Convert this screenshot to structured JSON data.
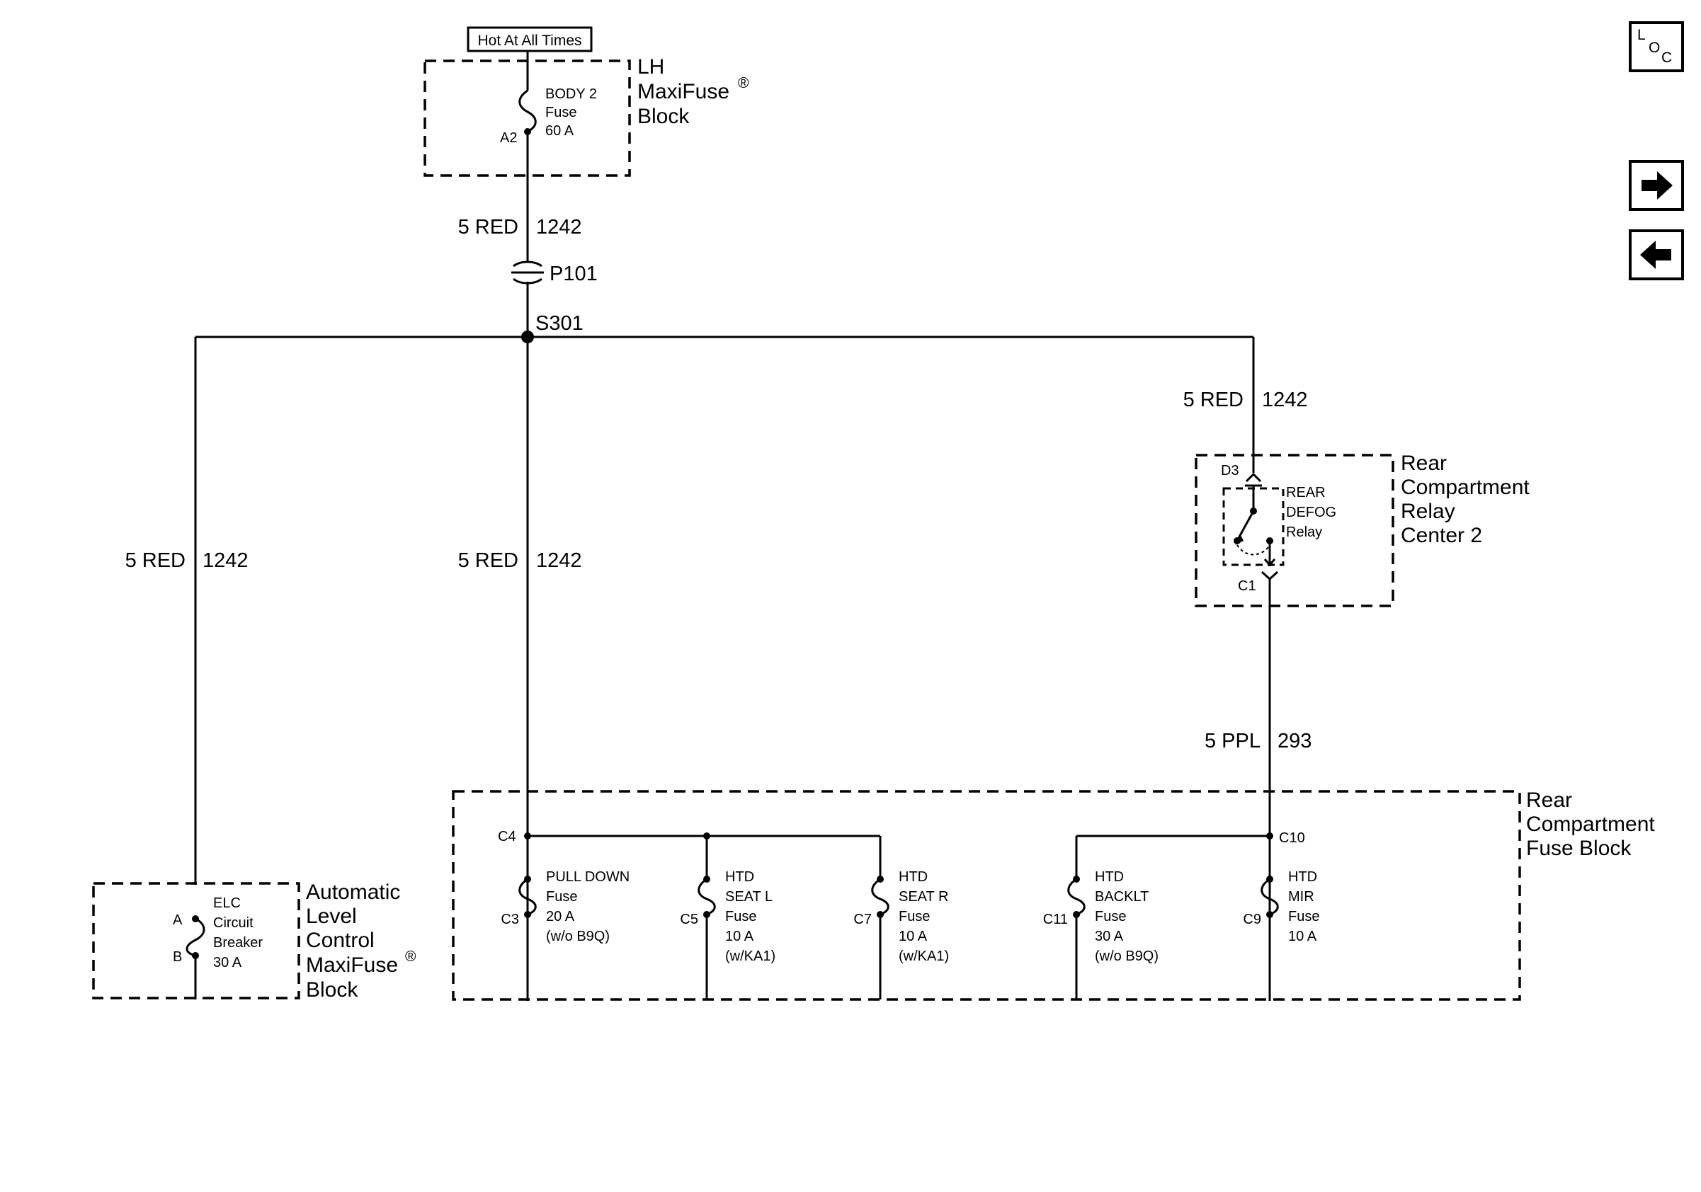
{
  "hot_label": "Hot At All Times",
  "lh_block": {
    "line1": "LH",
    "line2": "MaxiFuse",
    "reg": "®",
    "line3": "Block"
  },
  "body2_fuse": {
    "pin": "A2",
    "name": "BODY 2",
    "type": "Fuse",
    "rating": "60 A"
  },
  "wire_top": {
    "gauge": "5 RED",
    "circuit": "1242"
  },
  "connector_p101": "P101",
  "splice_s301": "S301",
  "wire_right": {
    "gauge": "5 RED",
    "circuit": "1242"
  },
  "wire_left": {
    "gauge": "5 RED",
    "circuit": "1242"
  },
  "wire_center": {
    "gauge": "5 RED",
    "circuit": "1242"
  },
  "relay_center": {
    "line1": "Rear",
    "line2": "Compartment",
    "line3": "Relay",
    "line4": "Center 2"
  },
  "relay": {
    "pin_in": "D3",
    "pin_out": "C1",
    "name1": "REAR",
    "name2": "DEFOG",
    "name3": "Relay"
  },
  "wire_ppl": {
    "gauge": "5 PPL",
    "circuit": "293"
  },
  "rear_fuse_block": {
    "line1": "Rear",
    "line2": "Compartment",
    "line3": "Fuse Block",
    "pin_c4": "C4",
    "pin_c10": "C10"
  },
  "fuses": [
    {
      "pin": "C3",
      "lines": [
        "PULL DOWN",
        "Fuse",
        "20 A",
        "(w/o B9Q)"
      ]
    },
    {
      "pin": "C5",
      "lines": [
        "HTD",
        "SEAT L",
        "Fuse",
        "10 A",
        "(w/KA1)"
      ]
    },
    {
      "pin": "C7",
      "lines": [
        "HTD",
        "SEAT R",
        "Fuse",
        "10 A",
        "(w/KA1)"
      ]
    },
    {
      "pin": "C11",
      "lines": [
        "HTD",
        "BACKLT",
        "Fuse",
        "30 A",
        "(w/o B9Q)"
      ]
    },
    {
      "pin": "C9",
      "lines": [
        "HTD",
        "MIR",
        "Fuse",
        "10 A"
      ]
    }
  ],
  "elc": {
    "pin_a": "A",
    "pin_b": "B",
    "lines": [
      "ELC",
      "Circuit",
      "Breaker",
      "30 A"
    ],
    "block": [
      "Automatic",
      "Level",
      "Control",
      "MaxiFuse",
      "Block"
    ],
    "reg": "®"
  },
  "nav": {
    "loc_l": "L",
    "loc_o": "O",
    "loc_c": "C",
    "next_icon": "arrow-right-icon",
    "prev_icon": "arrow-left-icon"
  }
}
